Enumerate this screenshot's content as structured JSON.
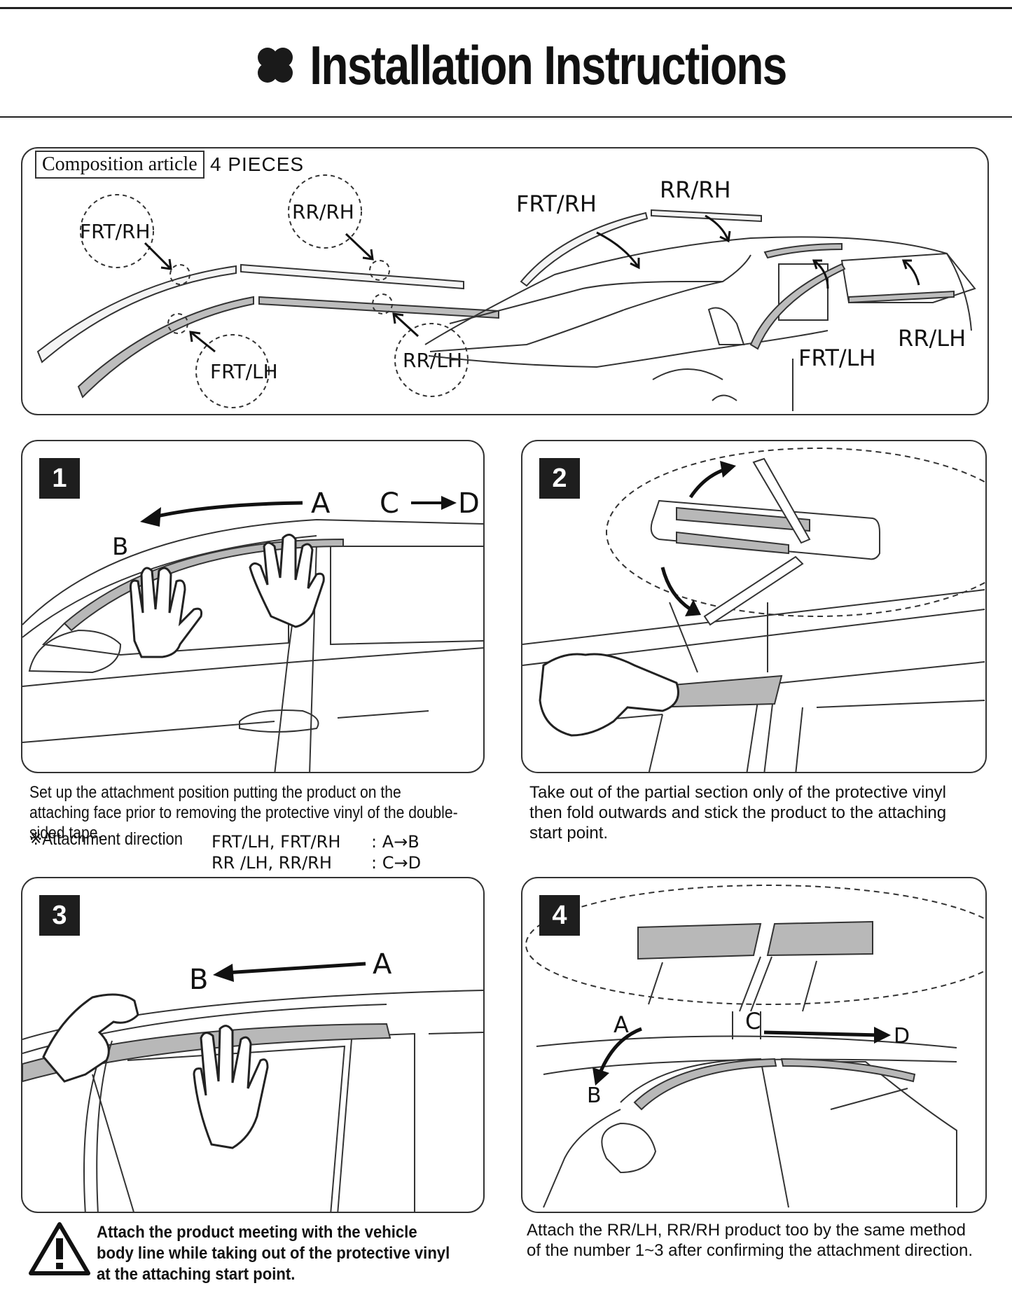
{
  "header": {
    "icon": "clover-icon",
    "title": "Installation Instructions"
  },
  "composition": {
    "label": "Composition article",
    "count": "4 PIECES",
    "left_parts": [
      "FRT/RH",
      "RR/RH",
      "FRT/LH",
      "RR/LH"
    ],
    "car_parts": [
      "FRT/RH",
      "RR/RH",
      "RR/LH",
      "FRT/LH"
    ]
  },
  "steps": [
    {
      "number": "1",
      "labels": {
        "a": "A",
        "b": "B",
        "c": "C",
        "d": "D"
      },
      "caption": "Set up the attachment position putting the product on the attaching face prior to removing the protective vinyl of the double-sided tape.",
      "direction_label": "※Attachment direction",
      "direction_rows": [
        {
          "parts": "FRT/LH, FRT/RH",
          "dir": ": A→B"
        },
        {
          "parts": "RR /LH, RR/RH",
          "dir": ": C→D"
        }
      ]
    },
    {
      "number": "2",
      "caption": "Take out of the partial section only of the protective vinyl then fold outwards and stick the product to the attaching start point."
    },
    {
      "number": "3",
      "labels": {
        "a": "A",
        "b": "B"
      },
      "warning": "Attach the product meeting with the vehicle body line while taking out of the protective vinyl at the attaching start point."
    },
    {
      "number": "4",
      "labels": {
        "a": "A",
        "b": "B",
        "c": "C",
        "d": "D"
      },
      "caption": "Attach the RR/LH, RR/RH product too by the same method of the number 1~3 after confirming the attachment direction."
    }
  ],
  "icons": [
    "clover-icon",
    "warning-icon",
    "glove-icon",
    "arrow-icon"
  ]
}
